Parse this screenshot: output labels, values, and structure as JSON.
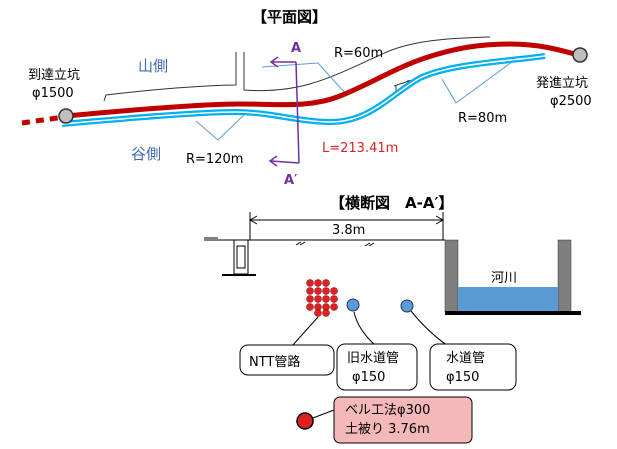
{
  "plan": {
    "title": "【平面図】",
    "arrival_shaft": "到達立坑",
    "arrival_diameter": "φ1500",
    "departure_shaft": "発進立坑",
    "departure_diameter": "φ2500",
    "mountain_side": "山側",
    "valley_side": "谷側",
    "radius_60": "R=60m",
    "radius_80": "R=80m",
    "radius_120": "R=120m",
    "length": "L=213.41m",
    "section_mark_top": "A",
    "section_mark_bottom": "A′"
  },
  "section": {
    "title": "【横断図　A-A′】",
    "width_label": "3.8m",
    "river_label": "河川",
    "ntt_label": "NTT管路",
    "old_water_label": "旧水道管",
    "old_water_diameter": "φ150",
    "water_label": "水道管",
    "water_diameter": "φ150",
    "bell_label": "ベル工法φ300",
    "cover_label": "土被り  3.76m"
  },
  "colors": {
    "pipe_red": "#c00000",
    "water_blue": "#00b0f0",
    "label_blue": "#3e6cb0",
    "length_red": "#e02020",
    "section_purple": "#7030a0",
    "river_fill": "#5b9bd5",
    "callout_pink": "#f4b8b8"
  }
}
